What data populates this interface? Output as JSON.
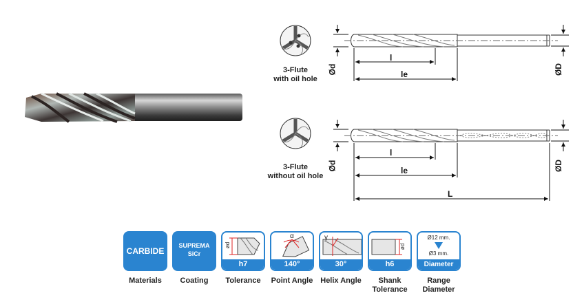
{
  "drawing_1": {
    "caption_line1": "3-Flute",
    "caption_line2": "with oil hole",
    "dim_l": "l",
    "dim_le": "le",
    "dim_d": "Ød",
    "dim_D": "ØD"
  },
  "drawing_2": {
    "caption_line1": "3-Flute",
    "caption_line2": "without oil hole",
    "dim_l": "l",
    "dim_le": "le",
    "dim_L": "L",
    "dim_d": "Ød",
    "dim_D": "ØD"
  },
  "specs": [
    {
      "value": "CARBIDE",
      "caption": "Materials"
    },
    {
      "value_line1": "SUPREMA",
      "value_line2": "SiCr",
      "caption": "Coating"
    },
    {
      "value": "h7",
      "caption": "Tolerance",
      "icon_label": "ød"
    },
    {
      "value": "140°",
      "caption": "Point Angle",
      "icon_label": "α"
    },
    {
      "value": "30°",
      "caption": "Helix Angle",
      "icon_label": "γ"
    },
    {
      "value": "h6",
      "caption_line1": "Shank",
      "caption_line2": "Tolerance",
      "icon_label": "ød"
    },
    {
      "value": "Diameter",
      "caption_line1": "Range",
      "caption_line2": "Diameter",
      "max": "Ø12 mm.",
      "min": "Ø3 mm."
    }
  ],
  "colors": {
    "accent": "#2a84d0",
    "line": "#333333",
    "dim_arrow": "#111111"
  }
}
